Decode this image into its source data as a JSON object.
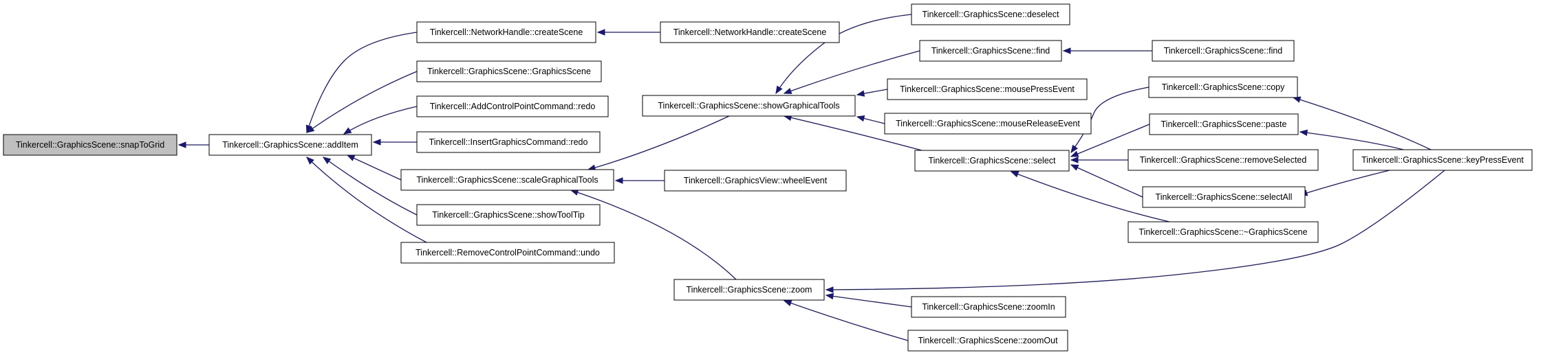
{
  "diagram": {
    "nodes": [
      {
        "id": "n0",
        "label": "Tinkercell::GraphicsScene::snapToGrid",
        "root": true
      },
      {
        "id": "n1",
        "label": "Tinkercell::GraphicsScene::addItem"
      },
      {
        "id": "n2",
        "label": "Tinkercell::NetworkHandle::createScene"
      },
      {
        "id": "n3",
        "label": "Tinkercell::NetworkHandle::createScene"
      },
      {
        "id": "n4",
        "label": "Tinkercell::GraphicsScene::GraphicsScene"
      },
      {
        "id": "n5",
        "label": "Tinkercell::AddControlPointCommand::redo"
      },
      {
        "id": "n6",
        "label": "Tinkercell::InsertGraphicsCommand::redo"
      },
      {
        "id": "n7",
        "label": "Tinkercell::GraphicsScene::scaleGraphicalTools"
      },
      {
        "id": "n8",
        "label": "Tinkercell::GraphicsScene::showToolTip"
      },
      {
        "id": "n9",
        "label": "Tinkercell::RemoveControlPointCommand::undo"
      },
      {
        "id": "n10",
        "label": "Tinkercell::GraphicsScene::showGraphicalTools"
      },
      {
        "id": "n11",
        "label": "Tinkercell::GraphicsView::wheelEvent"
      },
      {
        "id": "n12",
        "label": "Tinkercell::GraphicsScene::zoom"
      },
      {
        "id": "n13",
        "label": "Tinkercell::GraphicsScene::deselect"
      },
      {
        "id": "n14",
        "label": "Tinkercell::GraphicsScene::find"
      },
      {
        "id": "n15",
        "label": "Tinkercell::GraphicsScene::find"
      },
      {
        "id": "n16",
        "label": "Tinkercell::GraphicsScene::mousePressEvent"
      },
      {
        "id": "n17",
        "label": "Tinkercell::GraphicsScene::mouseReleaseEvent"
      },
      {
        "id": "n18",
        "label": "Tinkercell::GraphicsScene::select"
      },
      {
        "id": "n19",
        "label": "Tinkercell::GraphicsScene::copy"
      },
      {
        "id": "n20",
        "label": "Tinkercell::GraphicsScene::paste"
      },
      {
        "id": "n21",
        "label": "Tinkercell::GraphicsScene::removeSelected"
      },
      {
        "id": "n22",
        "label": "Tinkercell::GraphicsScene::selectAll"
      },
      {
        "id": "n23",
        "label": "Tinkercell::GraphicsScene::~GraphicsScene"
      },
      {
        "id": "n24",
        "label": "Tinkercell::GraphicsScene::keyPressEvent"
      },
      {
        "id": "n25",
        "label": "Tinkercell::GraphicsScene::zoomIn"
      },
      {
        "id": "n26",
        "label": "Tinkercell::GraphicsScene::zoomOut"
      }
    ],
    "edges": [
      {
        "from": "n1",
        "to": "n0"
      },
      {
        "from": "n2",
        "to": "n1"
      },
      {
        "from": "n4",
        "to": "n1"
      },
      {
        "from": "n5",
        "to": "n1"
      },
      {
        "from": "n6",
        "to": "n1"
      },
      {
        "from": "n7",
        "to": "n1"
      },
      {
        "from": "n8",
        "to": "n1"
      },
      {
        "from": "n9",
        "to": "n1"
      },
      {
        "from": "n3",
        "to": "n2"
      },
      {
        "from": "n10",
        "to": "n7"
      },
      {
        "from": "n11",
        "to": "n7"
      },
      {
        "from": "n12",
        "to": "n7"
      },
      {
        "from": "n13",
        "to": "n10"
      },
      {
        "from": "n14",
        "to": "n10"
      },
      {
        "from": "n16",
        "to": "n10"
      },
      {
        "from": "n17",
        "to": "n10"
      },
      {
        "from": "n18",
        "to": "n10"
      },
      {
        "from": "n15",
        "to": "n14"
      },
      {
        "from": "n19",
        "to": "n18"
      },
      {
        "from": "n20",
        "to": "n18"
      },
      {
        "from": "n21",
        "to": "n18"
      },
      {
        "from": "n22",
        "to": "n18"
      },
      {
        "from": "n23",
        "to": "n18"
      },
      {
        "from": "n24",
        "to": "n19"
      },
      {
        "from": "n24",
        "to": "n20"
      },
      {
        "from": "n24",
        "to": "n22"
      },
      {
        "from": "n24",
        "to": "n12"
      },
      {
        "from": "n25",
        "to": "n12"
      },
      {
        "from": "n26",
        "to": "n12"
      }
    ]
  }
}
